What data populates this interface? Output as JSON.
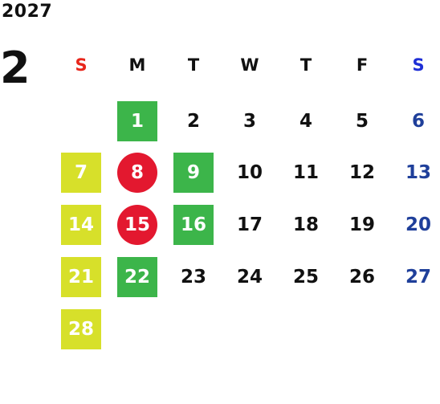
{
  "calendar": {
    "year": "2027",
    "month": "2",
    "weekdays": [
      "S",
      "M",
      "T",
      "W",
      "T",
      "F",
      "S"
    ],
    "weeks": [
      [
        {
          "day": "",
          "style": "none"
        },
        {
          "day": "1",
          "style": "green"
        },
        {
          "day": "2",
          "style": "none"
        },
        {
          "day": "3",
          "style": "none"
        },
        {
          "day": "4",
          "style": "none"
        },
        {
          "day": "5",
          "style": "none"
        },
        {
          "day": "6",
          "style": "sat"
        }
      ],
      [
        {
          "day": "7",
          "style": "yellow"
        },
        {
          "day": "8",
          "style": "red"
        },
        {
          "day": "9",
          "style": "green"
        },
        {
          "day": "10",
          "style": "none"
        },
        {
          "day": "11",
          "style": "none"
        },
        {
          "day": "12",
          "style": "none"
        },
        {
          "day": "13",
          "style": "sat"
        }
      ],
      [
        {
          "day": "14",
          "style": "yellow"
        },
        {
          "day": "15",
          "style": "red"
        },
        {
          "day": "16",
          "style": "green"
        },
        {
          "day": "17",
          "style": "none"
        },
        {
          "day": "18",
          "style": "none"
        },
        {
          "day": "19",
          "style": "none"
        },
        {
          "day": "20",
          "style": "sat"
        }
      ],
      [
        {
          "day": "21",
          "style": "yellow"
        },
        {
          "day": "22",
          "style": "green"
        },
        {
          "day": "23",
          "style": "none"
        },
        {
          "day": "24",
          "style": "none"
        },
        {
          "day": "25",
          "style": "none"
        },
        {
          "day": "26",
          "style": "none"
        },
        {
          "day": "27",
          "style": "sat"
        }
      ],
      [
        {
          "day": "28",
          "style": "yellow"
        },
        {
          "day": "",
          "style": "none"
        },
        {
          "day": "",
          "style": "none"
        },
        {
          "day": "",
          "style": "none"
        },
        {
          "day": "",
          "style": "none"
        },
        {
          "day": "",
          "style": "none"
        },
        {
          "day": "",
          "style": "none"
        }
      ]
    ],
    "colors": {
      "green": "#3cb54a",
      "yellow": "#d7e02a",
      "red": "#e3182f",
      "sunday_header": "#e8261b",
      "saturday_header": "#1f2fd6",
      "saturday_date": "#1f3f9a"
    }
  }
}
